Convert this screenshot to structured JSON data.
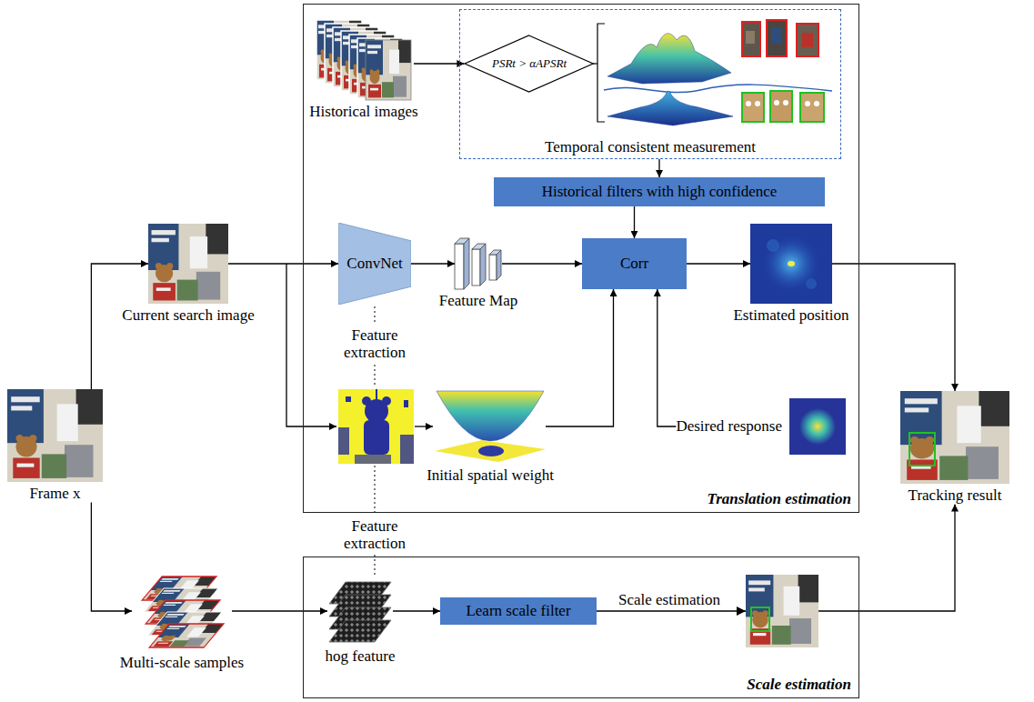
{
  "diagram": {
    "nodes": [
      {
        "text": [
          "Translation estimation"
        ]
      },
      {
        "text": [
          "Historical images"
        ],
        "in": 0
      },
      {
        "text": [
          "Temporal consistent measurement"
        ],
        "in": 0
      },
      {
        "text": [
          "PSRt > αAPSRt"
        ],
        "in": 2
      },
      {
        "text": [
          "Historical filters with high confidence"
        ],
        "in": 0
      },
      {
        "text": [
          "Current search image"
        ]
      },
      {
        "text": [
          "ConvNet"
        ],
        "in": 0
      },
      {
        "text": [
          "Feature Map"
        ],
        "in": 0
      },
      {
        "text": [
          "Corr"
        ],
        "in": 0
      },
      {
        "text": [
          "Estimated position"
        ],
        "in": 0
      },
      {
        "text": [
          "Initial spatial weight"
        ],
        "in": 0
      },
      {
        "text": [
          "Desired response"
        ],
        "in": 0
      },
      {
        "text": [
          "Frame x"
        ]
      },
      {
        "text": [
          "Tracking result"
        ]
      },
      {
        "text": [
          "Scale estimation"
        ]
      },
      {
        "text": [
          "Multi-scale samples"
        ]
      },
      {
        "text": [
          "hog feature"
        ],
        "in": 14
      },
      {
        "text": [
          "Learn scale filter"
        ],
        "in": 14
      }
    ],
    "edges": [
      {
        "from": 12,
        "to": 5,
        "arrow": "to"
      },
      {
        "from": 12,
        "to": 15,
        "arrow": "to"
      },
      {
        "from": 5,
        "to": 6,
        "arrow": "to"
      },
      {
        "from": 6,
        "to": 7,
        "arrow": "to"
      },
      {
        "from": 7,
        "to": 8,
        "arrow": "to"
      },
      {
        "from": 4,
        "to": 8,
        "arrow": "to"
      },
      {
        "from": 2,
        "to": 4,
        "arrow": "to"
      },
      {
        "from": 1,
        "to": 3,
        "arrow": "to"
      },
      {
        "from": 10,
        "to": 8,
        "arrow": "to"
      },
      {
        "from": 11,
        "to": 8,
        "arrow": "to"
      },
      {
        "from": 8,
        "to": 9,
        "arrow": "to"
      },
      {
        "from": 9,
        "to": 13,
        "arrow": "to"
      },
      {
        "from": 15,
        "to": 16,
        "arrow": "to"
      },
      {
        "from": 16,
        "to": 17,
        "arrow": "to"
      },
      {
        "from": 17,
        "to": 13,
        "label": "Scale estimation",
        "arrow": "to"
      }
    ],
    "labels": [
      "Feature extraction",
      "Feature extraction"
    ]
  }
}
